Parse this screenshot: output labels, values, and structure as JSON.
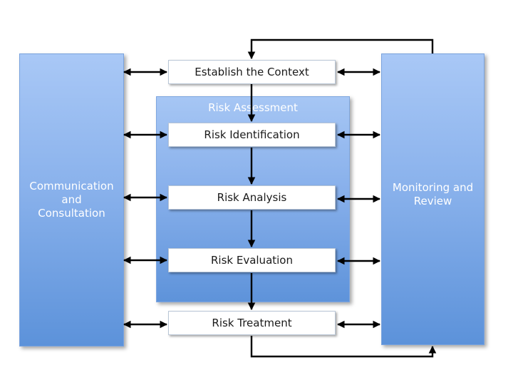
{
  "communication": {
    "label": "Communication\nand\nConsultation"
  },
  "monitoring": {
    "label": "Monitoring and\nReview"
  },
  "assessment": {
    "title": "Risk Assessment"
  },
  "steps": [
    {
      "label": "Establish the Context"
    },
    {
      "label": "Risk Identification"
    },
    {
      "label": "Risk Analysis"
    },
    {
      "label": "Risk Evaluation"
    },
    {
      "label": "Risk Treatment"
    }
  ],
  "colors": {
    "panel_light": "#a9c8f6",
    "panel_dark": "#5c92da",
    "arrow": "#000000",
    "step_bg": "#ffffff"
  }
}
